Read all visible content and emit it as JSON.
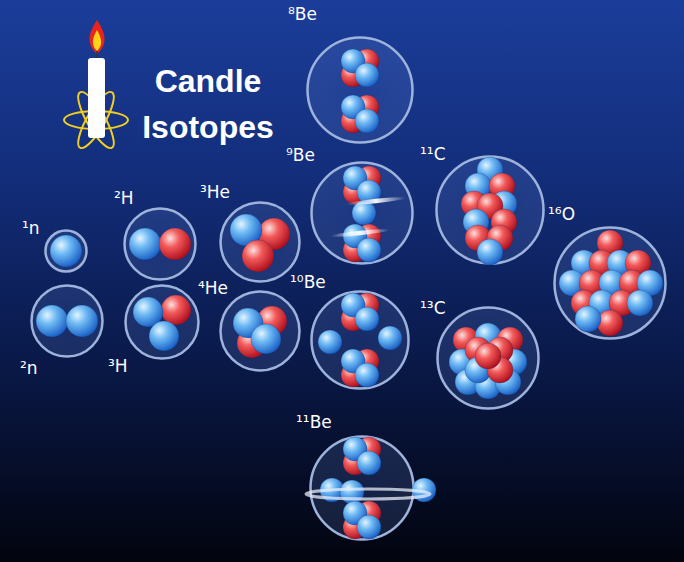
{
  "diagram": {
    "title": "Candle Isotopes",
    "nodes": [
      {
        "text": [
          "¹n"
        ]
      },
      {
        "text": [
          "²n"
        ]
      },
      {
        "text": [
          "²H"
        ]
      },
      {
        "text": [
          "³H"
        ]
      },
      {
        "text": [
          "³He"
        ]
      },
      {
        "text": [
          "⁴He"
        ]
      },
      {
        "text": [
          "⁸Be"
        ]
      },
      {
        "text": [
          "⁹Be"
        ]
      },
      {
        "text": [
          "¹⁰Be"
        ]
      },
      {
        "text": [
          "¹¹Be"
        ]
      },
      {
        "text": [
          "¹¹C"
        ]
      },
      {
        "text": [
          "¹³C"
        ]
      },
      {
        "text": [
          "¹⁶O"
        ]
      }
    ]
  }
}
